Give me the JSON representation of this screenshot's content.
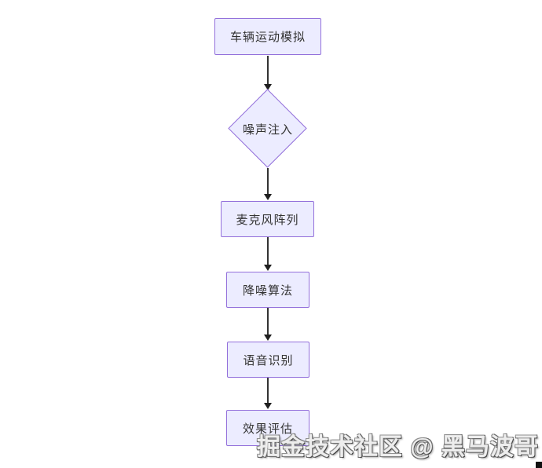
{
  "flowchart": {
    "direction": "top-down",
    "nodes": [
      {
        "id": "vehicle-motion-sim",
        "label": "车辆运动模拟",
        "shape": "rect"
      },
      {
        "id": "noise-injection",
        "label": "噪声注入",
        "shape": "diamond"
      },
      {
        "id": "microphone-array",
        "label": "麦克风阵列",
        "shape": "rect"
      },
      {
        "id": "denoise-algorithm",
        "label": "降噪算法",
        "shape": "rect"
      },
      {
        "id": "speech-recognition",
        "label": "语音识别",
        "shape": "rect"
      },
      {
        "id": "effect-evaluation",
        "label": "效果评估",
        "shape": "rect"
      }
    ],
    "edges": [
      {
        "from": "vehicle-motion-sim",
        "to": "noise-injection"
      },
      {
        "from": "noise-injection",
        "to": "microphone-array"
      },
      {
        "from": "microphone-array",
        "to": "denoise-algorithm"
      },
      {
        "from": "denoise-algorithm",
        "to": "speech-recognition"
      },
      {
        "from": "speech-recognition",
        "to": "effect-evaluation"
      }
    ]
  },
  "watermark": {
    "text": "掘金技术社区 @ 黑马波哥"
  },
  "colors": {
    "node_fill": "#ECECFF",
    "node_border": "#9370DB",
    "arrow_line": "#333333",
    "node_text": "#333333",
    "background": "#FFFFFF"
  }
}
